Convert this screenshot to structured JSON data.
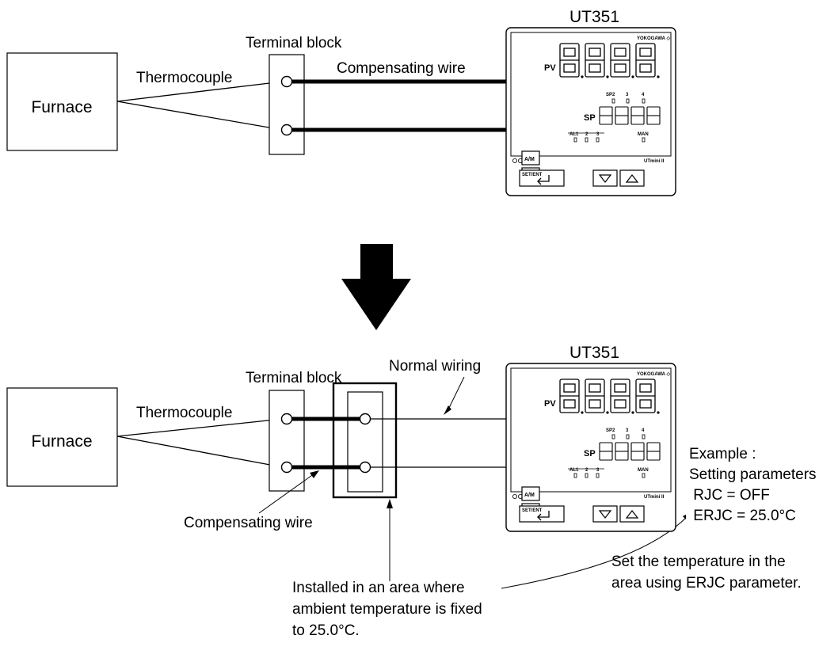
{
  "top": {
    "furnace": "Furnace",
    "thermocouple": "Thermocouple",
    "terminal_block": "Terminal block",
    "compensating_wire": "Compensating wire",
    "controller_model": "UT351"
  },
  "bottom": {
    "furnace": "Furnace",
    "thermocouple": "Thermocouple",
    "terminal_block": "Terminal block",
    "normal_wiring": "Normal wiring",
    "compensating_wire": "Compensating wire",
    "controller_model": "UT351",
    "installed_note": [
      "Installed in an area where",
      "ambient temperature is fixed",
      "to 25.0°C."
    ],
    "set_note": [
      "Set the temperature in the",
      "area using ERJC parameter."
    ],
    "example": [
      "Example :",
      "Setting parameters",
      " RJC = OFF",
      " ERJC = 25.0°C"
    ]
  },
  "controller": {
    "brand": "YOKOGAWA ◇",
    "pv_label": "PV",
    "sp_label": "SP",
    "sp2": "SP2",
    "out3": "3",
    "out4": "4",
    "al1": "AL1",
    "al2": "2",
    "al3": "3",
    "man": "MAN",
    "series": "UTmini II",
    "am_key": "A/M",
    "set_key": "SET/ENT"
  },
  "icons": {
    "enter": "enter-arrow-icon",
    "down": "triangle-down-icon",
    "up": "triangle-up-icon",
    "arrow": "down-arrow-icon"
  }
}
